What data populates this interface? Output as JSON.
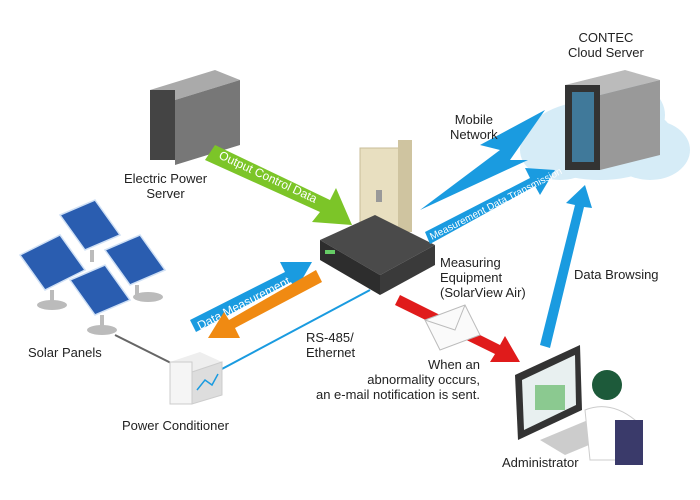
{
  "labels": {
    "cloud_server": [
      "CONTEC",
      "Cloud Server"
    ],
    "mobile_network": [
      "Mobile",
      "Network"
    ],
    "electric_power_server": [
      "Electric Power",
      "Server"
    ],
    "measuring_equipment": [
      "Measuring",
      "Equipment",
      "(SolarView Air)"
    ],
    "data_browsing": "Data Browsing",
    "solar_panels": "Solar Panels",
    "rs485": [
      "RS-485/",
      "Ethernet"
    ],
    "abnormality": [
      "When an",
      "abnormality occurs,",
      "an e-mail notification is sent."
    ],
    "power_conditioner": "Power Conditioner",
    "administrator": "Administrator"
  },
  "arrows": {
    "output_control_data": "Output Control Data",
    "measurement_data_transmission": "Measurement Data Transmission",
    "data_measurement": "Data Measurement",
    "output_control": "Output Control"
  },
  "colors": {
    "green_arrow": "#7cc528",
    "blue_arrow": "#1a9be0",
    "orange_arrow": "#f08a12",
    "red_arrow": "#e01b1b",
    "cloud": "#d6ecf7"
  }
}
